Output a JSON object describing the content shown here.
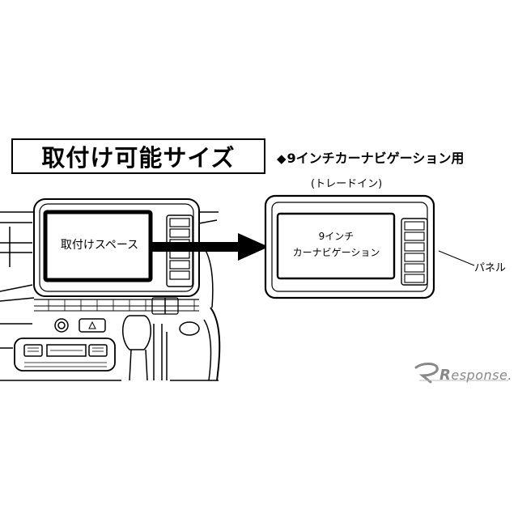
{
  "title": "取付け可能サイズ",
  "spec": {
    "bullet": "◆",
    "text": "9インチカーナビゲーション用"
  },
  "subtitle": "(トレードイン)",
  "dashboard": {
    "space_label": "取付けスペース"
  },
  "navi": {
    "line1": "9インチ",
    "line2": "カーナビゲーション"
  },
  "panel_label": "パネル",
  "watermark": {
    "initial": "R",
    "text": "esponse."
  }
}
